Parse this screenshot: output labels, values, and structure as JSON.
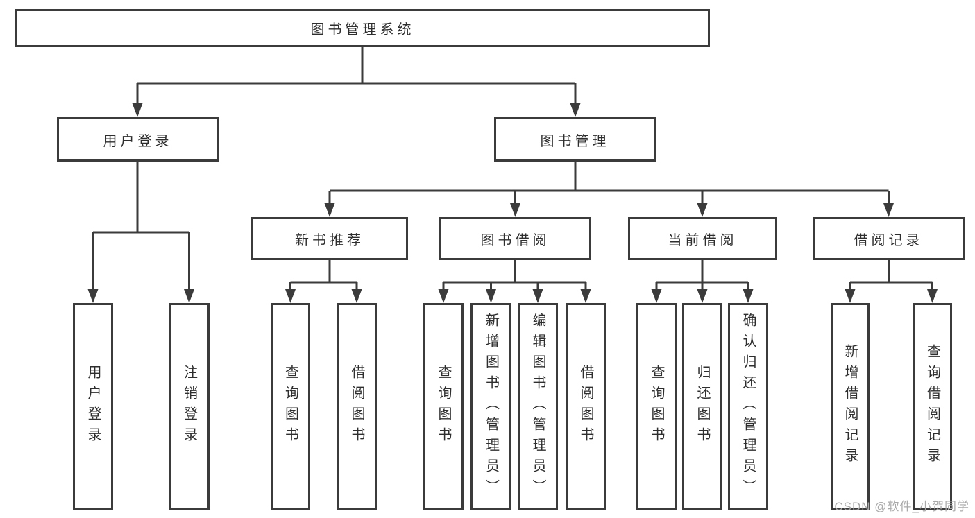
{
  "diagram": {
    "root": {
      "label": "图书管理系统"
    },
    "user_login": {
      "label": "用户登录",
      "leaves": {
        "login": "用户登录",
        "logout": "注销登录"
      }
    },
    "book_management": {
      "label": "图书管理",
      "new_book_recommend": {
        "label": "新书推荐",
        "leaves": {
          "query_book": "查询图书",
          "borrow_book": "借阅图书"
        }
      },
      "book_borrow": {
        "label": "图书借阅",
        "leaves": {
          "query_book": "查询图书",
          "add_book": "新增图书（管理员）",
          "edit_book": "编辑图书（管理员）",
          "borrow_book": "借阅图书"
        }
      },
      "current_borrow": {
        "label": "当前借阅",
        "leaves": {
          "query_book": "查询图书",
          "return_book": "归还图书",
          "confirm_return": "确认归还（管理员）"
        }
      },
      "borrow_records": {
        "label": "借阅记录",
        "leaves": {
          "add_record": "新增借阅记录",
          "query_record": "查询借阅记录"
        }
      }
    }
  },
  "watermark": {
    "text": "CSDN @软件_小贺同学"
  },
  "colors": {
    "line": "#3b3b3b",
    "box_border": "#3b3b3b",
    "text": "#2e2e2e",
    "watermark": "#a9a9a9",
    "background": "#ffffff"
  }
}
